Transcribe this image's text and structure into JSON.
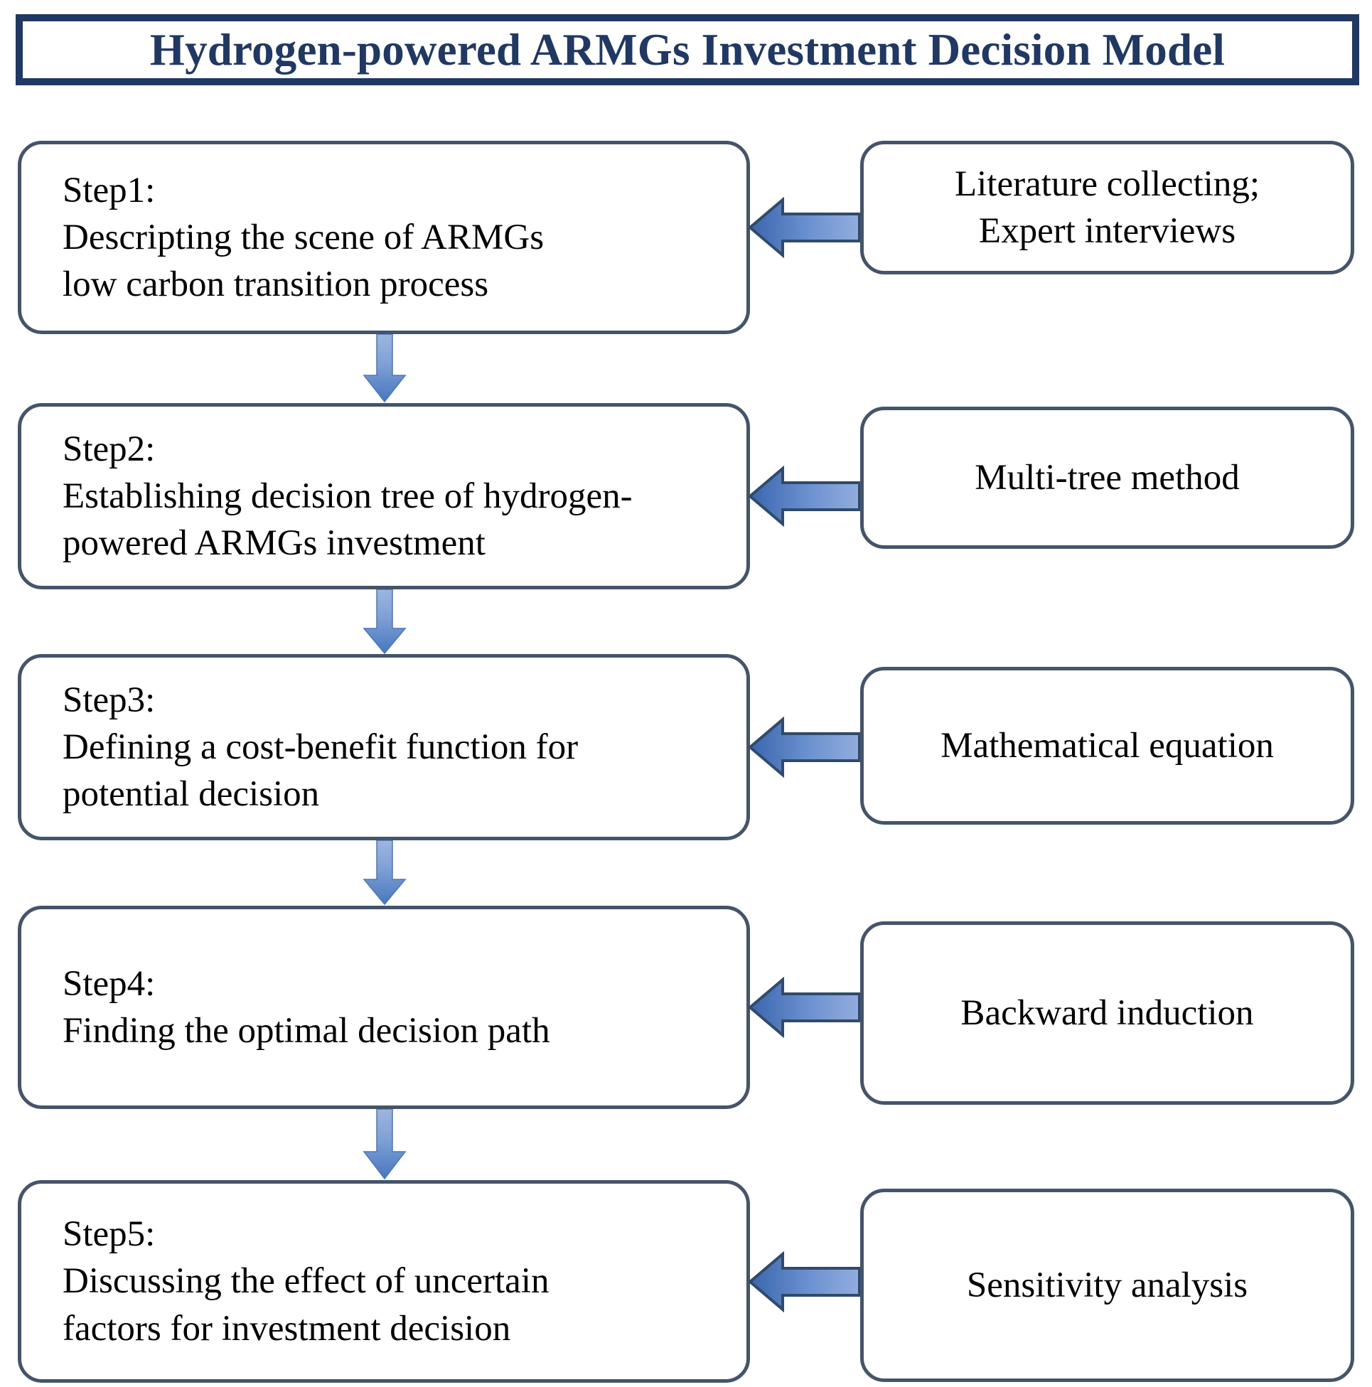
{
  "title": {
    "text": "Hydrogen-powered ARMGs Investment Decision Model",
    "border_color": "#1F3864",
    "text_color": "#1F3864"
  },
  "theme": {
    "node_border_color": "#44546A",
    "node_fill": "#FFFFFF",
    "arrow_dark_blue": "#3A66AE",
    "arrow_light_blue": "#8FAADC",
    "arrow_outline": "#2F4A6B",
    "text_color": "#000000"
  },
  "chart_data": {
    "type": "diagram",
    "title": "Hydrogen-powered ARMGs Investment Decision Model",
    "layout": "two-column vertical flowchart, 5 sequential steps; each step receives a method box from the right via a left-pointing arrow; steps connected top-to-bottom by down arrows",
    "steps": [
      {
        "index": 1,
        "label": "Step1:",
        "body": [
          "Descripting the scene of ARMGs",
          "low carbon transition process"
        ],
        "method": [
          "Literature collecting;",
          "Expert interviews"
        ]
      },
      {
        "index": 2,
        "label": "Step2:",
        "body": [
          "Establishing decision tree of hydrogen-",
          "powered ARMGs investment"
        ],
        "method": [
          "Multi-tree method"
        ]
      },
      {
        "index": 3,
        "label": "Step3:",
        "body": [
          "Defining a cost-benefit function for",
          "potential decision"
        ],
        "method": [
          "Mathematical equation"
        ]
      },
      {
        "index": 4,
        "label": "Step4:",
        "body": [
          "Finding the optimal decision path"
        ],
        "method": [
          "Backward induction"
        ]
      },
      {
        "index": 5,
        "label": "Step5:",
        "body": [
          "Discussing the effect of uncertain",
          "factors for investment decision"
        ],
        "method": [
          "Sensitivity analysis"
        ]
      }
    ],
    "connectors": {
      "vertical_count": 4,
      "vertical_direction": "down",
      "horizontal_count": 5,
      "horizontal_direction": "left"
    }
  },
  "steps": [
    {
      "label": "Step1:",
      "line1": "Descripting the scene of ARMGs",
      "line2": "low carbon transition process"
    },
    {
      "label": "Step2:",
      "line1": "Establishing decision tree of hydrogen-",
      "line2": "powered ARMGs investment"
    },
    {
      "label": "Step3:",
      "line1": "Defining a cost-benefit function for",
      "line2": "potential decision"
    },
    {
      "label": "Step4:",
      "line1": "Finding the optimal decision path",
      "line2": ""
    },
    {
      "label": "Step5:",
      "line1": "Discussing the effect of uncertain",
      "line2": "factors for investment decision"
    }
  ],
  "methods": [
    {
      "line1": "Literature collecting;",
      "line2": "Expert interviews"
    },
    {
      "line1": "Multi-tree method",
      "line2": ""
    },
    {
      "line1": "Mathematical equation",
      "line2": ""
    },
    {
      "line1": "Backward induction",
      "line2": ""
    },
    {
      "line1": "Sensitivity analysis",
      "line2": ""
    }
  ]
}
